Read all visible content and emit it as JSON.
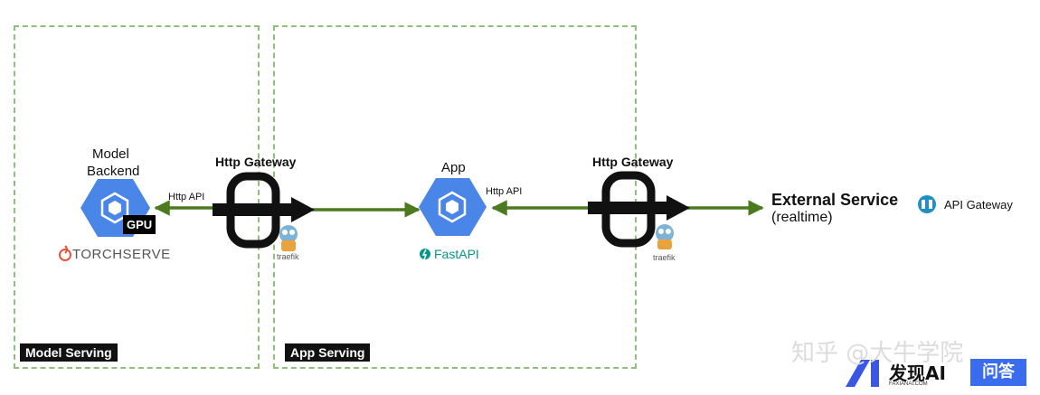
{
  "zones": {
    "model_serving": "Model Serving",
    "app_serving": "App Serving"
  },
  "model_backend": {
    "title_line1": "Model",
    "title_line2": "Backend",
    "gpu_badge": "GPU",
    "framework": "TORCHSERVE"
  },
  "gateway_left": {
    "title": "Http Gateway",
    "proxy": "traefik"
  },
  "gateway_right": {
    "title": "Http Gateway",
    "proxy": "traefik"
  },
  "app": {
    "title": "App",
    "framework": "FastAPI"
  },
  "links": {
    "left_api": "Http API",
    "right_api": "Http API"
  },
  "external": {
    "title": "External Service",
    "subtitle": "(realtime)",
    "api_gateway": "API Gateway"
  },
  "watermark": {
    "zhihu": "知乎 @大牛学院",
    "brand": "发现AI",
    "brand_sub": "FAXIANAI.COM",
    "qa_badge": "问答"
  },
  "colors": {
    "arrow": "#4c7a1f",
    "zone_border": "#8fbf7a",
    "hexagon": "#4a86e8",
    "hexagon_dark": "#2f6fd6"
  }
}
